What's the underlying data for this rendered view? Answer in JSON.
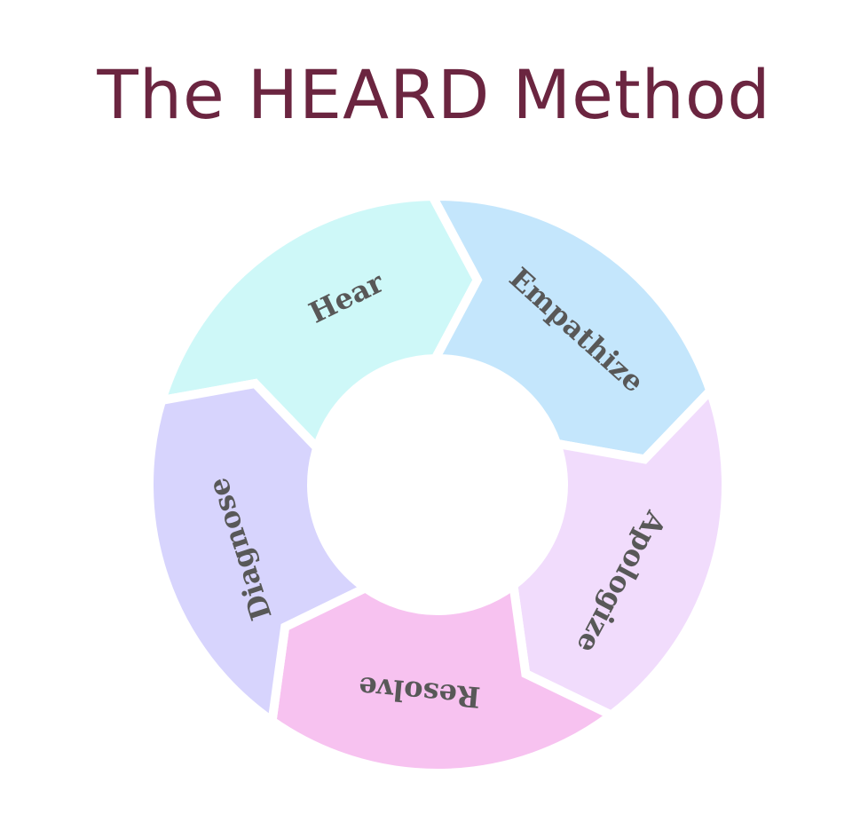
{
  "title": "The HEARD Method",
  "steps": [
    {
      "label": "Hear",
      "color": "#cef8f8"
    },
    {
      "label": "Empathize",
      "color": "#c4e6fc"
    },
    {
      "label": "Apologize",
      "color": "#f1dcfc"
    },
    {
      "label": "Resolve",
      "color": "#f7c2f0"
    },
    {
      "label": "Diagnose",
      "color": "#d7d4fd"
    }
  ]
}
